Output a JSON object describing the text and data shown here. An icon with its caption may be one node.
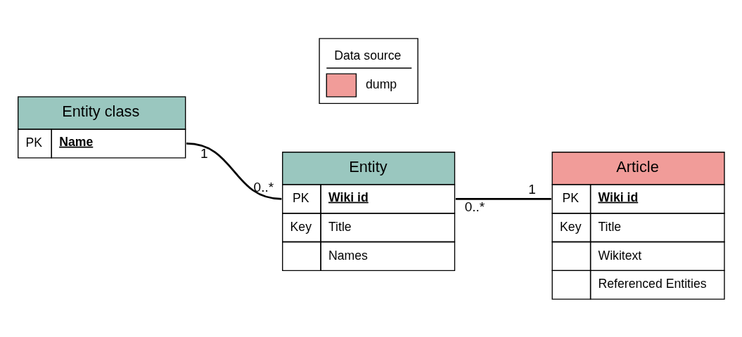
{
  "diagram": {
    "nodes": [
      {
        "text": [
          "Entity class",
          "PK",
          "Name"
        ]
      },
      {
        "text": [
          "Entity",
          "PK",
          "Wiki id",
          "Key",
          "Title",
          "Names"
        ]
      },
      {
        "text": [
          "Article",
          "PK",
          "Wiki id",
          "Key",
          "Title",
          "Wikitext",
          "Referenced Entities"
        ]
      }
    ],
    "edges": [
      {
        "from": 0,
        "to": 1,
        "arrow": "none"
      },
      {
        "from": 1,
        "to": 2,
        "arrow": "none"
      }
    ],
    "labels": [
      "1",
      "0..*",
      "0..*",
      "1",
      "Data source"
    ],
    "legend": [
      {
        "text": "dump",
        "color": "#f19c99"
      }
    ]
  }
}
